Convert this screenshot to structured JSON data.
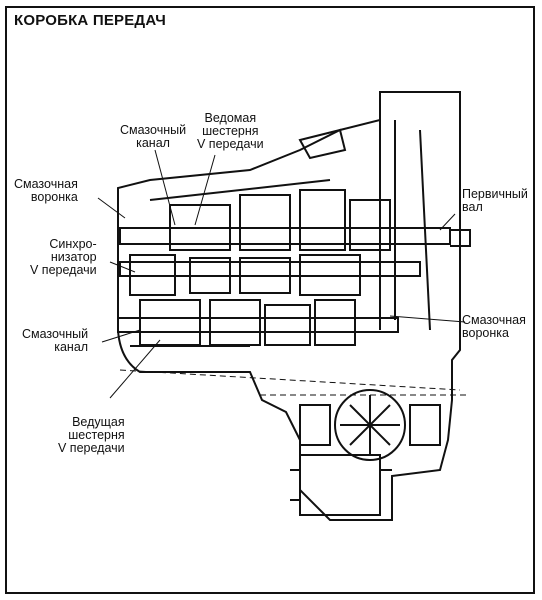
{
  "title": "КОРОБКА ПЕРЕДАЧ",
  "labels": {
    "lube_channel_top": "Смазочный\nканал",
    "driven_gear": "Ведомая\nшестерня\nV передачи",
    "lube_funnel_left": "Смазочная\nворонка",
    "synchronizer": "Синхро-\nнизатор\nV передачи",
    "lube_channel_bottom": "Смазочный\nканал",
    "drive_gear": "Ведущая\nшестерня\nV передачи",
    "input_shaft": "Первичный\nвал",
    "lube_funnel_right": "Смазочная\nворонка"
  }
}
